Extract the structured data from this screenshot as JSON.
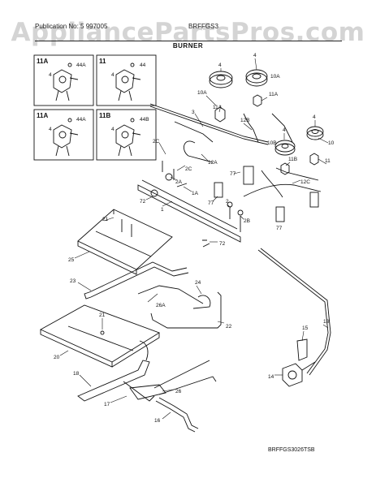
{
  "header": {
    "watermark": "AppliancePartsPros.com",
    "publication": "Publication No: 5 997005",
    "section": "BRFFGS3",
    "title": "BURNER",
    "diagram_code": "BRFFGS3026TSB"
  },
  "insets": [
    {
      "label": "11A",
      "parts": [
        "44A",
        "4"
      ]
    },
    {
      "label": "11",
      "parts": [
        "44",
        "4"
      ]
    },
    {
      "label": "11A",
      "parts": [
        "44A",
        "4"
      ]
    },
    {
      "label": "11B",
      "parts": [
        "44B",
        "4"
      ]
    }
  ],
  "callouts": {
    "c4a": "4",
    "c10a": "10A",
    "c11a1": "11A",
    "c3": "3",
    "c11a2": "11A",
    "c4b": "4",
    "c10a2": "10A",
    "c12b": "12B",
    "c2c1": "2C",
    "c2c2": "2C",
    "c12a": "12A",
    "c77a": "77",
    "c4c": "4",
    "c10b": "10B",
    "c11b": "11B",
    "c4d": "4",
    "c10": "10",
    "c11": "11",
    "c12c": "12C",
    "c2a": "2A",
    "c1a": "1A",
    "c72a": "72",
    "c1": "1",
    "c77b": "77",
    "c2": "2",
    "c77c": "77",
    "c2b": "2B",
    "c72b": "72",
    "c21a": "21",
    "c25": "25",
    "c23": "23",
    "c26a": "26A",
    "c24": "24",
    "c22": "22",
    "c21b": "21",
    "c20": "20",
    "c13": "13",
    "c15": "15",
    "c14": "14",
    "c18": "18",
    "c17": "17",
    "c26": "26",
    "c16": "16"
  }
}
